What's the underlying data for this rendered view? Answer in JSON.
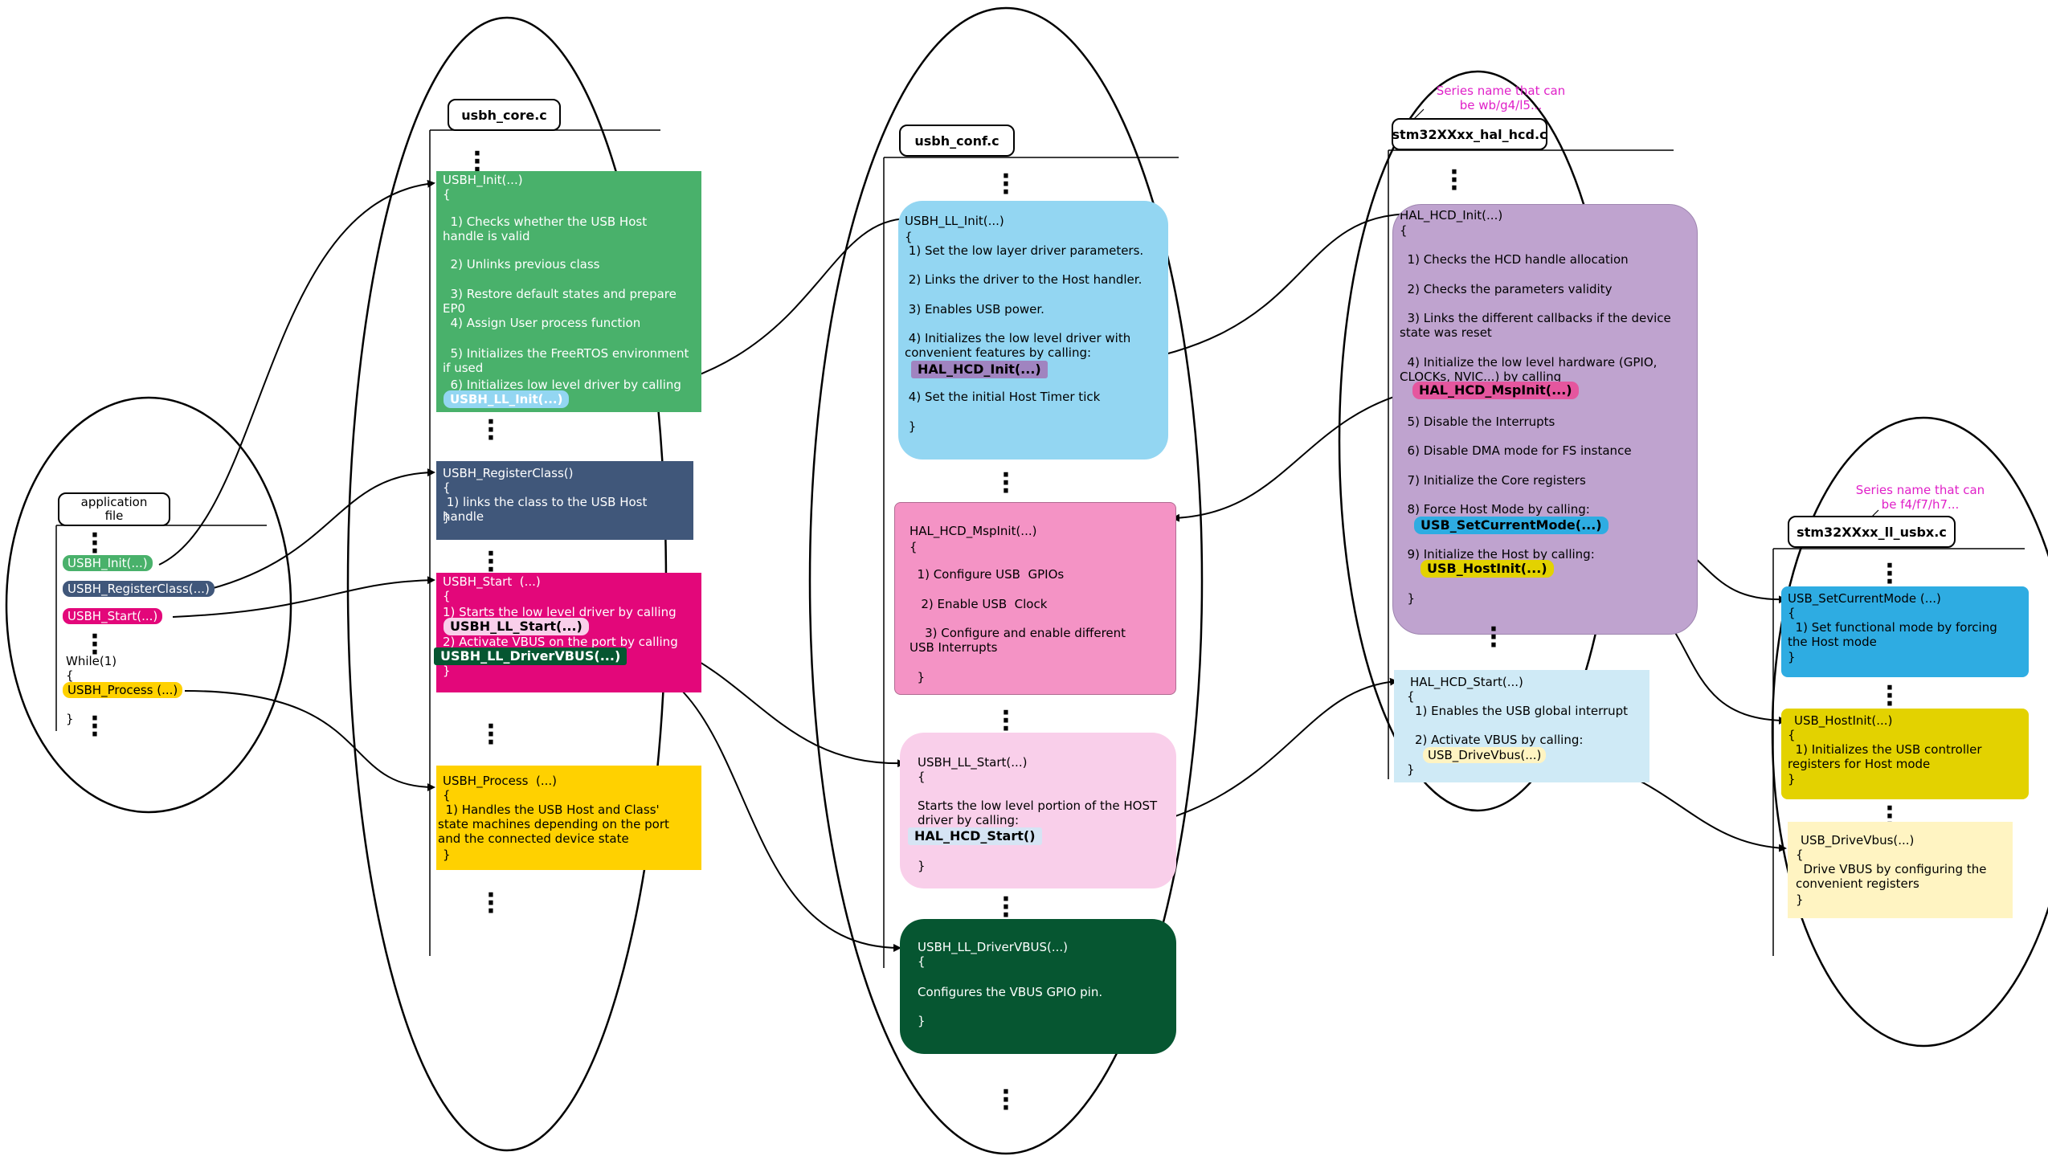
{
  "colors": {
    "core_init": "#49b16b",
    "core_register": "#40577a",
    "core_start": "#e3077a",
    "core_process": "#ffd100",
    "conf_llinit": "#93d6f2",
    "conf_mspinit": "#f493c5",
    "conf_llstart": "#f9cfea",
    "conf_driver": "#065631",
    "hcd_init": "#bfa3cf",
    "hcd_start": "#cfeaf6",
    "usbx_setmode": "#2eace2",
    "usbx_hostinit": "#e3d200",
    "usbx_drive": "#fff4c2",
    "note": "#e020c8"
  },
  "app": {
    "title": "application\nfile",
    "items": [
      "USBH_Init(...)",
      "USBH_RegisterClass(...)",
      "USBH_Start(...)"
    ],
    "while": "While(1)",
    "brace_open": "{",
    "process": "USBH_Process  (...)",
    "brace_close": "}"
  },
  "core": {
    "title": "usbh_core.c",
    "init": {
      "lines": [
        "USBH_Init(...)",
        "{",
        "  1) Checks whether the USB Host handle is valid",
        "  2) Unlinks previous class",
        "  3) Restore default states and prepare EP0",
        "  4) Assign User process function",
        "  5) Initializes the FreeRTOS environment if used",
        "  6) Initializes low level driver by calling"
      ],
      "call": "USBH_LL_Init(...)"
    },
    "register": {
      "lines": [
        "USBH_RegisterClass()",
        "{",
        " 1) links the class to the USB Host handle",
        "}"
      ]
    },
    "start": {
      "lines": [
        "USBH_Start  (...)",
        "{",
        "1) Starts the low level driver by calling",
        "2) Activate VBUS on the port by calling",
        "}"
      ],
      "call1": "USBH_LL_Start(...)",
      "call2": "USBH_LL_DriverVBUS(...)"
    },
    "process": {
      "lines": [
        "USBH_Process  (...)",
        "{",
        "  1) Handles the USB Host and Class' state machines depending on the port and the connected device state",
        "}"
      ]
    }
  },
  "conf": {
    "title": "usbh_conf.c",
    "llinit": {
      "lines": [
        "USBH_LL_Init(...)",
        "{",
        " 1) Set the low layer driver parameters.",
        " 2) Links the driver to the Host handler.",
        " 3) Enables USB power.",
        " 4) Initializes the low level driver with convenient features by calling:",
        " 4) Set the initial Host Timer tick",
        " }"
      ],
      "call": "HAL_HCD_Init(...)"
    },
    "mspinit": {
      "lines": [
        "HAL_HCD_MspInit(...)",
        "{",
        "  1) Configure USB  GPIOs",
        "   2) Enable USB  Clock",
        "    3) Configure and enable different USB Interrupts",
        "  }"
      ]
    },
    "llstart": {
      "lines": [
        "USBH_LL_Start(...)",
        "{",
        "Starts the low level portion of the HOST driver by calling:",
        "}"
      ],
      "call": "HAL_HCD_Start()"
    },
    "driver": {
      "lines": [
        "USBH_LL_DriverVBUS(...)",
        "{",
        "Configures the VBUS GPIO pin.",
        "}"
      ]
    }
  },
  "hcd": {
    "title": "stm32XXxx_hal_hcd.c",
    "note": "Series name that can\nbe wb/g4/l5...",
    "init": {
      "lines": [
        "HAL_HCD_Init(...)",
        "{",
        "  1) Checks the HCD handle allocation",
        "  2) Checks the parameters validity",
        "  3) Links the different callbacks if the device state was reset",
        "  4) Initialize the low level hardware (GPIO, CLOCKs, NVIC...) by calling",
        "  5) Disable the Interrupts",
        "  6) Disable DMA mode for FS instance",
        "  7) Initialize the Core registers",
        "  8) Force Host Mode by calling:",
        "  9) Initialize the Host by calling:",
        "  }"
      ],
      "call1": "HAL_HCD_MspInit(...)",
      "call2": "USB_SetCurrentMode(...)",
      "call3": "USB_HostInit(...)"
    },
    "start": {
      "lines": [
        "HAL_HCD_Start(...)",
        "{",
        "1) Enables the USB global interrupt",
        "2) Activate VBUS by calling:",
        "}"
      ],
      "call": "USB_DriveVbus(...)"
    }
  },
  "usbx": {
    "title": "stm32XXxx_ll_usbx.c",
    "note": "Series name that can\nbe f4/f7/h7...",
    "setmode": {
      "lines": [
        "USB_SetCurrentMode (...)",
        "{",
        "  1) Set functional mode by forcing the Host mode",
        "}"
      ]
    },
    "hostinit": {
      "lines": [
        "USB_HostInit(...)",
        "{",
        "  1) Initializes the USB controller registers for Host mode",
        "}"
      ]
    },
    "drive": {
      "lines": [
        "USB_DriveVbus(...)",
        "{",
        "  Drive VBUS by configuring the convenient registers",
        "}"
      ]
    }
  }
}
